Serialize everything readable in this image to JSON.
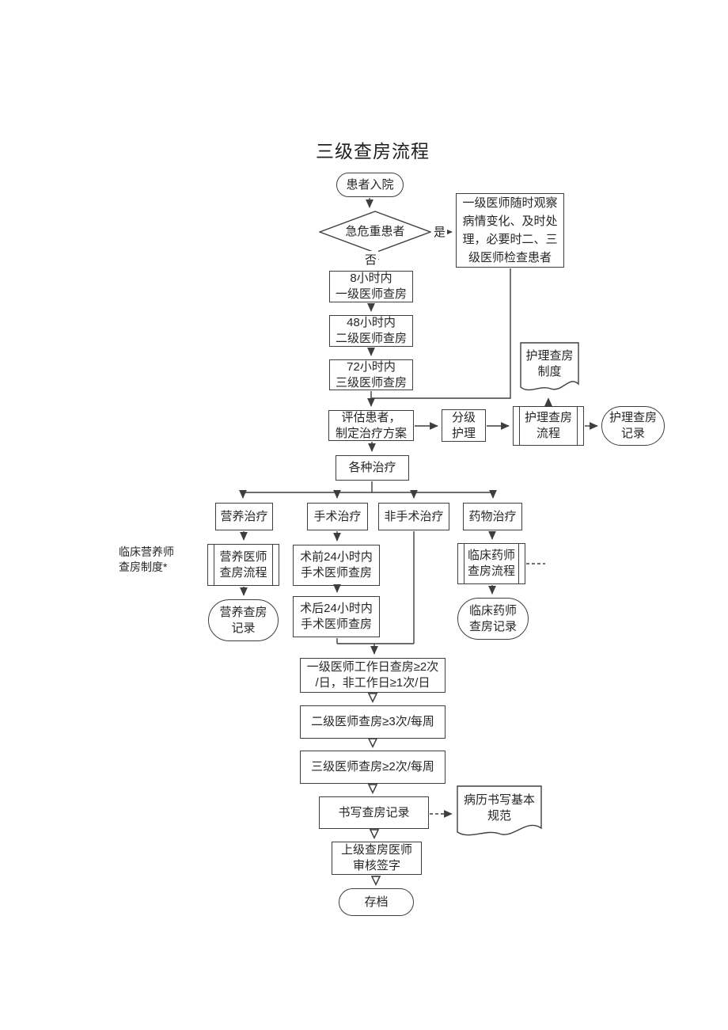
{
  "title": "三级查房流程",
  "edge_labels": {
    "yes": "是",
    "no": "否"
  },
  "nodes": {
    "admission": "患者入院",
    "critical": "急危重患者",
    "observe": "一级医师随时观察\n病情变化、及时处\n理，必要时二、三\n级医师检查患者",
    "within8h": "8小时内\n一级医师查房",
    "within48h": "48小时内\n二级医师查房",
    "within72h": "72小时内\n三级医师查房",
    "assess": "评估患者，\n制定治疗方案",
    "grading": "分级\n护理",
    "nursing_process": "护理查房\n流程",
    "nursing_record": "护理查房\n记录",
    "nursing_system": "护理查房\n制度",
    "treatments": "各种治疗",
    "nutrition": "营养治疗",
    "surgery": "手术治疗",
    "nonsurgery": "非手术治疗",
    "drug": "药物治疗",
    "nutrition_note": "临床营养师\n查房制度*",
    "nutrition_process": "营养医师\n查房流程",
    "presurgery": "术前24小时内\n手术医师查房",
    "drug_process": "临床药师\n查房流程",
    "nutrition_record": "营养查房\n记录",
    "postsurgery": "术后24小时内\n手术医师查房",
    "drug_record": "临床药师\n查房记录",
    "freq_level1": "一级医师工作日查房≥2次\n/日，非工作日≥1次/日",
    "freq_level2": "二级医师查房≥3次/每周",
    "freq_level3": "三级医师查房≥2次/每周",
    "write_record": "书写查房记录",
    "record_spec": "病历书写基本\n规范",
    "review_sign": "上级查房医师\n审核签字",
    "archive": "存档"
  },
  "colors": {
    "line": "#3e3e3e",
    "text": "#262626",
    "background": "#ffffff"
  }
}
